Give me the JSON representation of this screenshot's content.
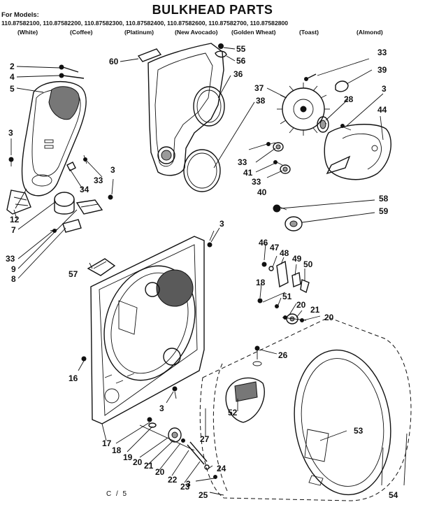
{
  "title": "BULKHEAD PARTS",
  "models_heading": "For Models:",
  "models": "110.87582100, 110.87582200, 110.87582300, 110.87582400, 110.87582600, 110.87582700, 110.87582800",
  "colors": [
    "(White)",
    "(Coffee)",
    "(Platinum)",
    "(New Avocado)",
    "(Golden Wheat)",
    "(Toast)",
    "(Almond)"
  ],
  "footer": "C / 5",
  "callouts": [
    "2",
    "4",
    "5",
    "3",
    "33",
    "34",
    "3",
    "12",
    "7",
    "33",
    "9",
    "8",
    "60",
    "55",
    "56",
    "36",
    "37",
    "38",
    "33",
    "39",
    "3",
    "28",
    "44",
    "33",
    "41",
    "33",
    "40",
    "58",
    "59",
    "3",
    "57",
    "46",
    "47",
    "48",
    "49",
    "50",
    "18",
    "51",
    "20",
    "21",
    "20",
    "26",
    "16",
    "3",
    "52",
    "53",
    "54",
    "17",
    "18",
    "19",
    "20",
    "21",
    "20",
    "22",
    "23",
    "27",
    "24",
    "3",
    "25"
  ]
}
